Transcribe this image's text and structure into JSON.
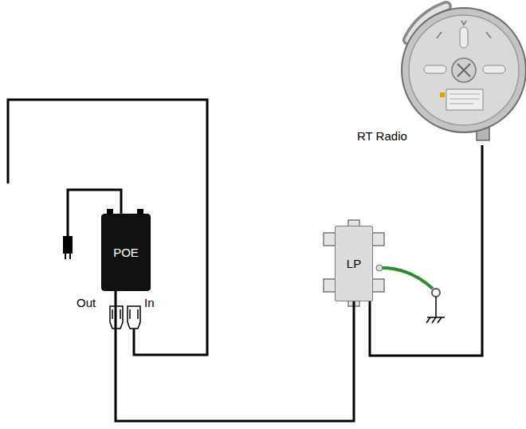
{
  "diagram": {
    "nodes": [
      {
        "text": [
          "RT Radio"
        ]
      },
      {
        "text": [
          "POE"
        ]
      },
      {
        "text": [
          "LP"
        ]
      }
    ],
    "edges": [
      {
        "from": 1,
        "to": 2,
        "arrow": "none"
      },
      {
        "from": 2,
        "to": 0,
        "arrow": "none"
      }
    ],
    "labels": [
      "Out",
      "In"
    ]
  }
}
